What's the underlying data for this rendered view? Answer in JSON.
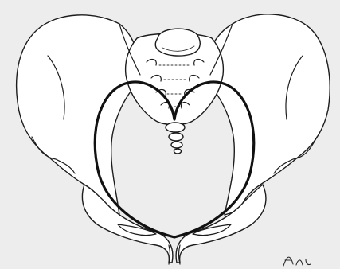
{
  "figure": {
    "subject": "gynecoid-pelvis-outline",
    "colors": {
      "background": "#ededed",
      "bone_fill": "#ffffff",
      "outline": "#1c1c1c",
      "inlet_outline": "#111111"
    },
    "marks": {
      "sacral_foramina_count": 4,
      "coccyx_segments": 4
    },
    "signature_mark": "An"
  }
}
